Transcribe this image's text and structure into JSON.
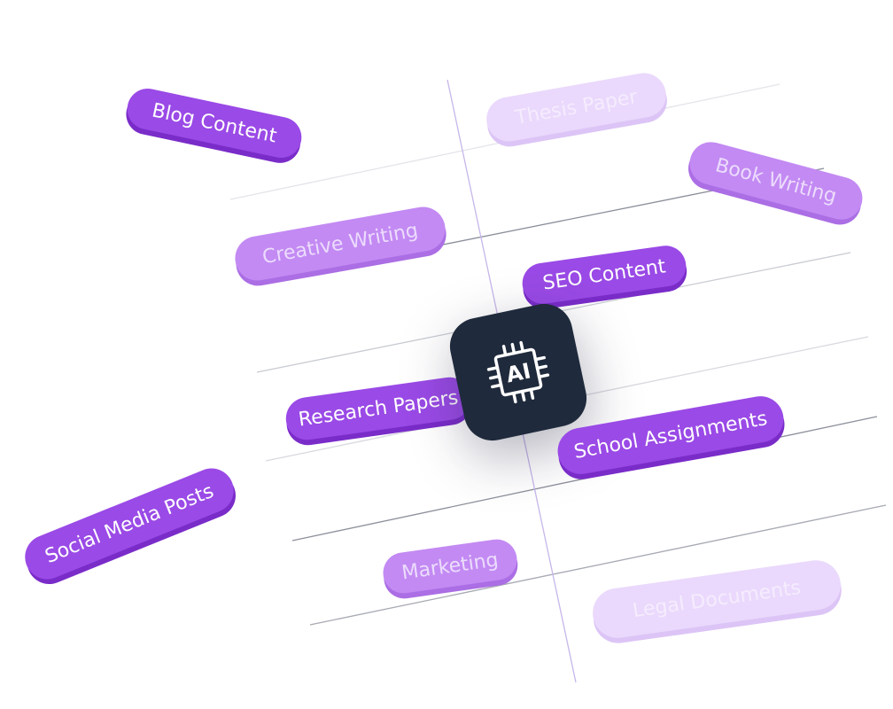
{
  "center_badge": {
    "label": "AI",
    "icon": "cpu-chip-icon"
  },
  "tags": [
    {
      "label": "Blog Content"
    },
    {
      "label": "Thesis Paper"
    },
    {
      "label": "Book Writing"
    },
    {
      "label": "Creative Writing"
    },
    {
      "label": "SEO Content"
    },
    {
      "label": "Research Papers"
    },
    {
      "label": "School Assignments"
    },
    {
      "label": "Social Media Posts"
    },
    {
      "label": "Marketing"
    },
    {
      "label": "Legal Documents"
    }
  ],
  "colors": {
    "strong": "#9a4ae6",
    "medium": "#c38af3",
    "faint": "#ead9fc",
    "chip": "#1f2a3c"
  }
}
